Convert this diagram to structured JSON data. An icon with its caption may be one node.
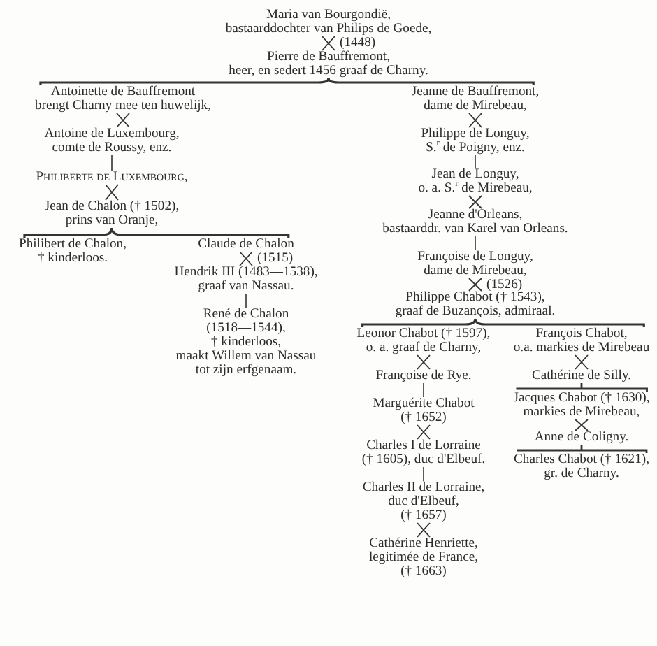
{
  "diagram": {
    "nodes": [
      {
        "text": [
          "Maria van Bourgondië, bastaarddochter van Philips de Goede,"
        ]
      },
      {
        "text": [
          "Pierre de Bauffremont, heer, en sedert 1456 graaf de Charny."
        ]
      },
      {
        "text": [
          "Antoinette de Bauffremont brengt Charny mee ten huwelijk,"
        ]
      },
      {
        "text": [
          "Antoine de Luxembourg, comte de Roussy, enz."
        ]
      },
      {
        "text": [
          "Philiberte de Luxembourg,"
        ]
      },
      {
        "text": [
          "Jean de Chalon († 1502), prins van Oranje,"
        ]
      },
      {
        "text": [
          "Philibert de Chalon, † kinderloos."
        ]
      },
      {
        "text": [
          "Claude de Chalon"
        ]
      },
      {
        "text": [
          "Hendrik III (1483—1538), graaf van Nassau."
        ]
      },
      {
        "text": [
          "René de Chalon (1518—1544), † kinderloos, maakt Willem van Nassau tot zijn erfgenaam."
        ]
      },
      {
        "text": [
          "Jeanne de Bauffremont, dame de Mirebeau,"
        ]
      },
      {
        "text": [
          "Philippe de Longuy, S.$^{r}$ de Poigny, enz."
        ]
      },
      {
        "text": [
          "Jean de Longuy, o. a. S.$^{r}$ de Mirebeau,"
        ]
      },
      {
        "text": [
          "Jeanne d'Orleans, bastaarddr. van Karel van Orleans."
        ]
      },
      {
        "text": [
          "Françoise de Longuy, dame de Mirebeau,"
        ]
      },
      {
        "text": [
          "Philippe Chabot († 1543), graaf de Buzançois, admiraal."
        ]
      },
      {
        "text": [
          "Leonor Chabot († 1597), o. a. graaf de Charny,"
        ]
      },
      {
        "text": [
          "Françoise de Rye."
        ]
      },
      {
        "text": [
          "Marguérite Chabot († 1652)"
        ]
      },
      {
        "text": [
          "Charles I de Lorraine († 1605), duc d'Elbeuf."
        ]
      },
      {
        "text": [
          "Charles II de Lorraine, duc d'Elbeuf, († 1657)"
        ]
      },
      {
        "text": [
          "Cathérine Henriette, legitimée de France, († 1663)"
        ]
      },
      {
        "text": [
          "François Chabot, o.a. markies de Mirebeau"
        ]
      },
      {
        "text": [
          "Cathérine de Silly."
        ]
      },
      {
        "text": [
          "Jacques Chabot († 1630), markies de Mirebeau,"
        ]
      },
      {
        "text": [
          "Anne de Coligny."
        ]
      },
      {
        "text": [
          "Charles Chabot († 1621), gr. de Charny."
        ]
      }
    ],
    "edges": [
      {
        "from": 0,
        "to": 1,
        "arrow": "none",
        "label": "(1448)"
      },
      {
        "from": 1,
        "to": 2,
        "arrow": "none"
      },
      {
        "from": 1,
        "to": 10,
        "arrow": "none"
      },
      {
        "from": 2,
        "to": 3,
        "arrow": "none"
      },
      {
        "from": 3,
        "to": 4,
        "arrow": "none"
      },
      {
        "from": 4,
        "to": 5,
        "arrow": "none"
      },
      {
        "from": 5,
        "to": 6,
        "arrow": "none"
      },
      {
        "from": 5,
        "to": 7,
        "arrow": "none"
      },
      {
        "from": 7,
        "to": 8,
        "arrow": "none",
        "label": "(1515)"
      },
      {
        "from": 8,
        "to": 9,
        "arrow": "none"
      },
      {
        "from": 10,
        "to": 11,
        "arrow": "none"
      },
      {
        "from": 11,
        "to": 12,
        "arrow": "none"
      },
      {
        "from": 12,
        "to": 13,
        "arrow": "none"
      },
      {
        "from": 13,
        "to": 14,
        "arrow": "none"
      },
      {
        "from": 14,
        "to": 15,
        "arrow": "none",
        "label": "(1526)"
      },
      {
        "from": 15,
        "to": 16,
        "arrow": "none"
      },
      {
        "from": 15,
        "to": 22,
        "arrow": "none"
      },
      {
        "from": 16,
        "to": 17,
        "arrow": "none"
      },
      {
        "from": 17,
        "to": 18,
        "arrow": "none"
      },
      {
        "from": 18,
        "to": 19,
        "arrow": "none"
      },
      {
        "from": 19,
        "to": 20,
        "arrow": "none"
      },
      {
        "from": 20,
        "to": 21,
        "arrow": "none"
      },
      {
        "from": 22,
        "to": 23,
        "arrow": "none"
      },
      {
        "from": 23,
        "to": 24,
        "arrow": "none"
      },
      {
        "from": 24,
        "to": 25,
        "arrow": "none"
      },
      {
        "from": 25,
        "to": 26,
        "arrow": "none"
      }
    ]
  }
}
